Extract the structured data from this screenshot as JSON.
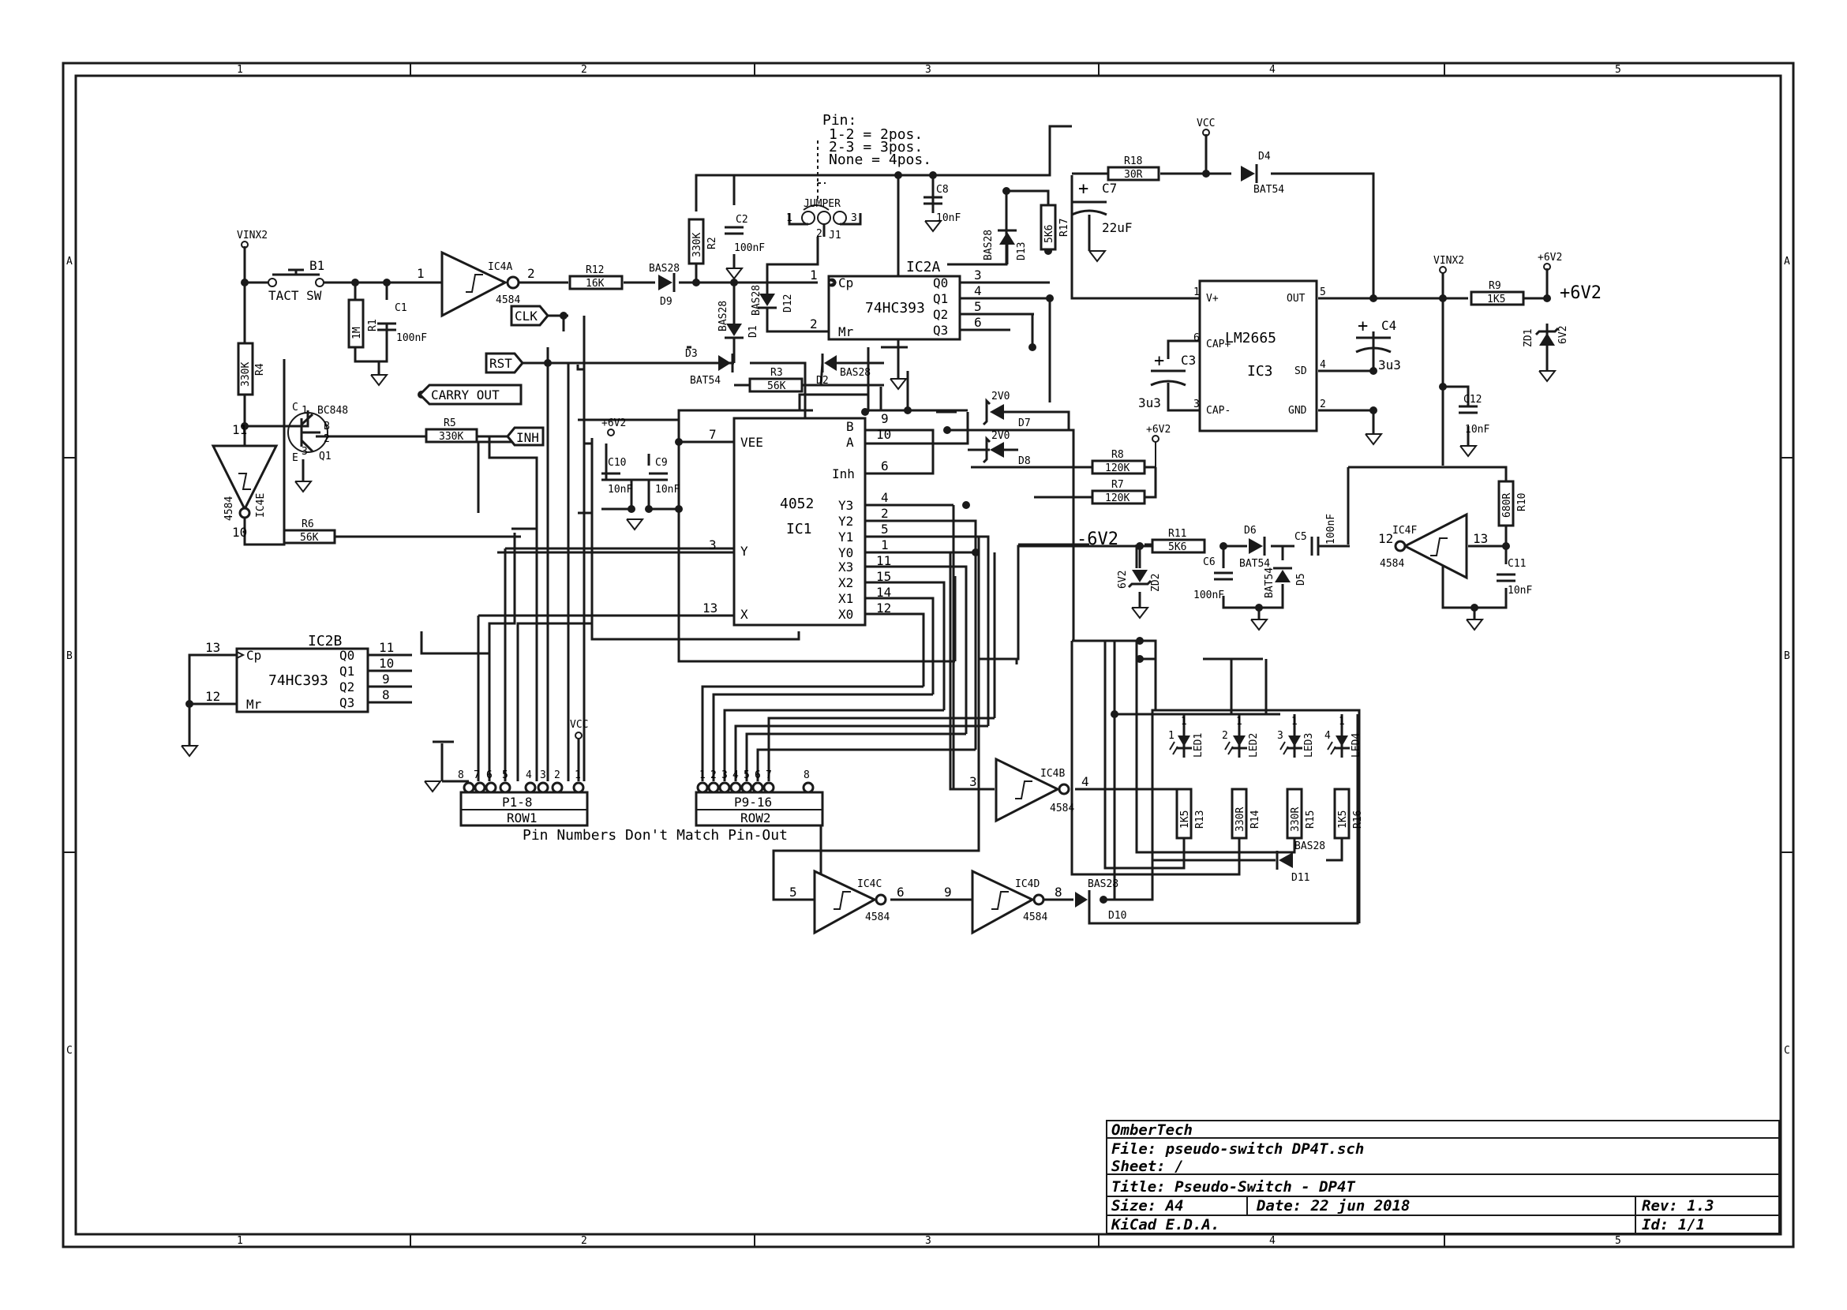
{
  "frame": {
    "cols": [
      "1",
      "2",
      "3",
      "4",
      "5"
    ],
    "rows": [
      "A",
      "B",
      "C"
    ]
  },
  "title_block": {
    "company": "OmberTech",
    "file": "File: pseudo-switch DP4T.sch",
    "sheet": "Sheet: /",
    "title": "Title: Pseudo-Switch - DP4T",
    "size": "Size: A4",
    "date": "Date: 22 jun 2018",
    "rev": "Rev: 1.3",
    "tool": "KiCad E.D.A.",
    "id": "Id: 1/1"
  },
  "notes": {
    "pin_title": "Pin:",
    "pin_l1": "1-2 = 2pos.",
    "pin_l2": "2-3 = 3pos.",
    "pin_l3": "None = 4pos.",
    "pinout_note": "Pin Numbers Don't Match Pin-Out"
  },
  "labels": {
    "clk": "CLK",
    "rst": "RST",
    "carry_out": "CARRY OUT",
    "inh": "INH",
    "vinx2_1": "VINX2",
    "vinx2_2": "VINX2",
    "vcc_1": "VCC",
    "vcc_2": "VCC",
    "p6v2_1": "+6V2",
    "p6v2_2": "+6V2",
    "p6v2_3": "+6V2",
    "p6v2_big": "+6V2",
    "m6v2": "-6V2"
  },
  "parts": {
    "b1_ref": "B1",
    "b1_val": "TACT SW",
    "r1_ref": "R1",
    "r1_val": "1M",
    "c1_ref": "C1",
    "c1_val": "100nF",
    "r4_ref": "R4",
    "r4_val": "330K",
    "q1_ref": "Q1",
    "q1_val": "BC848",
    "r5_ref": "R5",
    "r5_val": "330K",
    "r6_ref": "R6",
    "r6_val": "56K",
    "ic4a_ref": "IC4A",
    "ic4a_val": "4584",
    "ic4e_ref": "IC4E",
    "ic4e_val": "4584",
    "r12_ref": "R12",
    "r12_val": "16K",
    "d9_ref": "D9",
    "d9_val": "BAS28",
    "r2_ref": "R2",
    "r2_val": "330K",
    "c2_ref": "C2",
    "c2_val": "100nF",
    "d1_ref": "D1",
    "d1_val": "BAS28",
    "d12_ref": "D12",
    "d12_val": "BAS28",
    "d3_ref": "D3",
    "d3_val": "BAT54",
    "r3_ref": "R3",
    "r3_val": "56K",
    "d2_ref": "D2",
    "d2_val": "BAS28",
    "j1_ref": "J1",
    "j1_val": "JUMPER",
    "c8_ref": "C8",
    "c8_val": "10nF",
    "d13_ref": "D13",
    "d13_val": "BAS28",
    "r17_ref": "R17",
    "r17_val": "5K6",
    "ic2a_ref": "IC2A",
    "ic2a_val": "74HC393",
    "ic2b_ref": "IC2B",
    "ic2b_val": "74HC393",
    "c7_ref": "C7",
    "c7_val": "22uF",
    "r18_ref": "R18",
    "r18_val": "30R",
    "d4_ref": "D4",
    "d4_val": "BAT54",
    "ic3_ref": "IC3",
    "ic3_val": "LM2665",
    "c3_ref": "C3",
    "c3_val": "3u3",
    "c4_ref": "C4",
    "c4_val": "3u3",
    "r9_ref": "R9",
    "r9_val": "1K5",
    "zd1_ref": "ZD1",
    "zd1_val": "6V2",
    "c12_ref": "C12",
    "c12_val": "10nF",
    "r10_ref": "R10",
    "r10_val": "680R",
    "c11_ref": "C11",
    "c11_val": "10nF",
    "ic4f_ref": "IC4F",
    "ic4f_val": "4584",
    "c5_ref": "C5",
    "c5_val": "100nF",
    "d6_ref": "D6",
    "d6_val": "BAT54",
    "d5_ref": "D5",
    "d5_val": "BAT54",
    "c6_ref": "C6",
    "c6_val": "100nF",
    "r11_ref": "R11",
    "r11_val": "5K6",
    "zd2_ref": "ZD2",
    "zd2_val": "6V2",
    "d7_ref": "D7",
    "d7_val": "2V0",
    "d8_ref": "D8",
    "d8_val": "2V0",
    "r8_ref": "R8",
    "r8_val": "120K",
    "r7_ref": "R7",
    "r7_val": "120K",
    "ic1_ref": "IC1",
    "ic1_val": "4052",
    "c10_ref": "C10",
    "c10_val": "10nF",
    "c9_ref": "C9",
    "c9_val": "10nF",
    "p1_ref": "P1-8",
    "p1_val": "ROW1",
    "p9_ref": "P9-16",
    "p9_val": "ROW2",
    "ic4b_ref": "IC4B",
    "ic4b_val": "4584",
    "ic4c_ref": "IC4C",
    "ic4c_val": "4584",
    "ic4d_ref": "IC4D",
    "ic4d_val": "4584",
    "led1_ref": "LED1",
    "led2_ref": "LED2",
    "led3_ref": "LED3",
    "led4_ref": "LED4",
    "r13_ref": "R13",
    "r13_val": "1K5",
    "r14_ref": "R14",
    "r14_val": "330R",
    "r15_ref": "R15",
    "r15_val": "330R",
    "r16_ref": "R16",
    "r16_val": "1K5",
    "d11_ref": "D11",
    "d11_val": "BAS28",
    "d10_ref": "D10",
    "d10_val": "BAS28"
  },
  "pins": {
    "ic2a": {
      "cp": "Cp",
      "mr": "Mr",
      "q0": "Q0",
      "q1": "Q1",
      "q2": "Q2",
      "q3": "Q3",
      "n1": "1",
      "n2": "2",
      "n3": "3",
      "n4": "4",
      "n5": "5",
      "n6": "6"
    },
    "ic2b": {
      "cp": "Cp",
      "mr": "Mr",
      "q0": "Q0",
      "q1": "Q1",
      "q2": "Q2",
      "q3": "Q3",
      "n13": "13",
      "n12": "12",
      "n11": "11",
      "n10": "10",
      "n9": "9",
      "n8": "8"
    },
    "ic1": {
      "vee": "VEE",
      "b": "B",
      "a": "A",
      "inh": "Inh",
      "y": "Y",
      "x": "X",
      "y3": "Y3",
      "y2": "Y2",
      "y1": "Y1",
      "y0": "Y0",
      "x3": "X3",
      "x2": "X2",
      "x1": "X1",
      "x0": "X0",
      "n7": "7",
      "n3": "3",
      "n13": "13",
      "n9": "9",
      "n10": "10",
      "n6": "6",
      "n4": "4",
      "n2": "2",
      "n5": "5",
      "n1": "1",
      "n11": "11",
      "n15": "15",
      "n14": "14",
      "n12": "12"
    },
    "ic3": {
      "vp": "V+",
      "out": "OUT",
      "capp": "CAP+",
      "sd": "SD",
      "capm": "CAP-",
      "gnd": "GND",
      "n1": "1",
      "n5": "5",
      "n6": "6",
      "n4": "4",
      "n3": "3",
      "n2": "2"
    },
    "inv": {
      "a1": "1",
      "a2": "2",
      "e11": "11",
      "e10": "10",
      "b3": "3",
      "b4": "4",
      "c5": "5",
      "c6": "6",
      "d9": "9",
      "d8": "8",
      "f12": "12",
      "f13": "13"
    },
    "jumper": {
      "j1": "1",
      "j2": "2",
      "j3": "3"
    },
    "q1": {
      "b": "B",
      "c": "C",
      "e": "E",
      "n1": "1",
      "n2": "2",
      "n3": "3"
    },
    "conn": [
      "8",
      "7",
      "6",
      "5",
      "4",
      "3",
      "2",
      "1"
    ],
    "led_num": [
      "1",
      "2",
      "3",
      "4"
    ],
    "one": "1"
  }
}
